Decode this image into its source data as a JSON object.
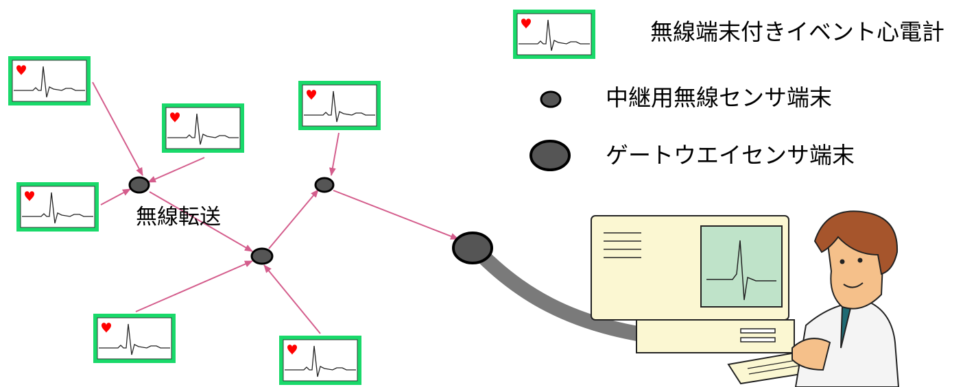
{
  "legend": {
    "ecg_label": "無線端末付きイベント心電計",
    "relay_label": "中継用無線センサ端末",
    "gateway_label": "ゲートウエイセンサ端末"
  },
  "diagram": {
    "transfer_label": "無線転送"
  },
  "colors": {
    "device_border": "#19d96a",
    "heart": "#ff0000",
    "arrow": "#d45d8c",
    "node_fill": "#555555",
    "cable": "#7a7a7a",
    "monitor_body": "#fbf7d2",
    "monitor_screen": "#bfe3c9"
  },
  "icons": [
    "heart-icon",
    "ecg-waveform-icon",
    "computer-icon",
    "doctor-icon"
  ]
}
